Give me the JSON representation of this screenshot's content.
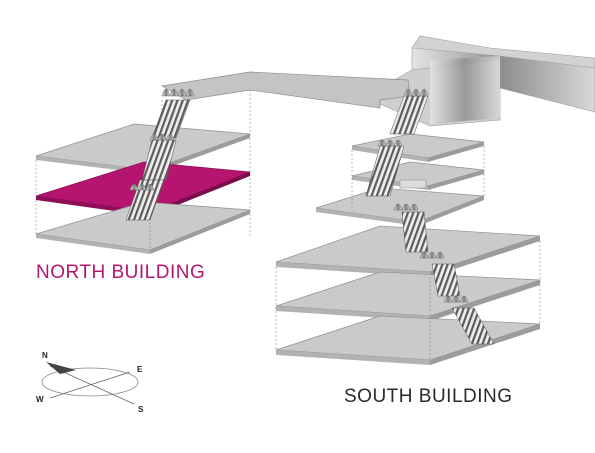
{
  "labels": {
    "north_building": "NORTH BUILDING",
    "south_building": "SOUTH BUILDING"
  },
  "compass": {
    "n": "N",
    "e": "E",
    "w": "W",
    "s": "S"
  },
  "colors": {
    "highlight_floor": "#b5156e",
    "north_label": "#b5156e",
    "south_label": "#2a2a2a",
    "floor_top": "#c9c9c9",
    "floor_edge": "#9a9a9a",
    "bridge_top": "#bdbdbd"
  }
}
